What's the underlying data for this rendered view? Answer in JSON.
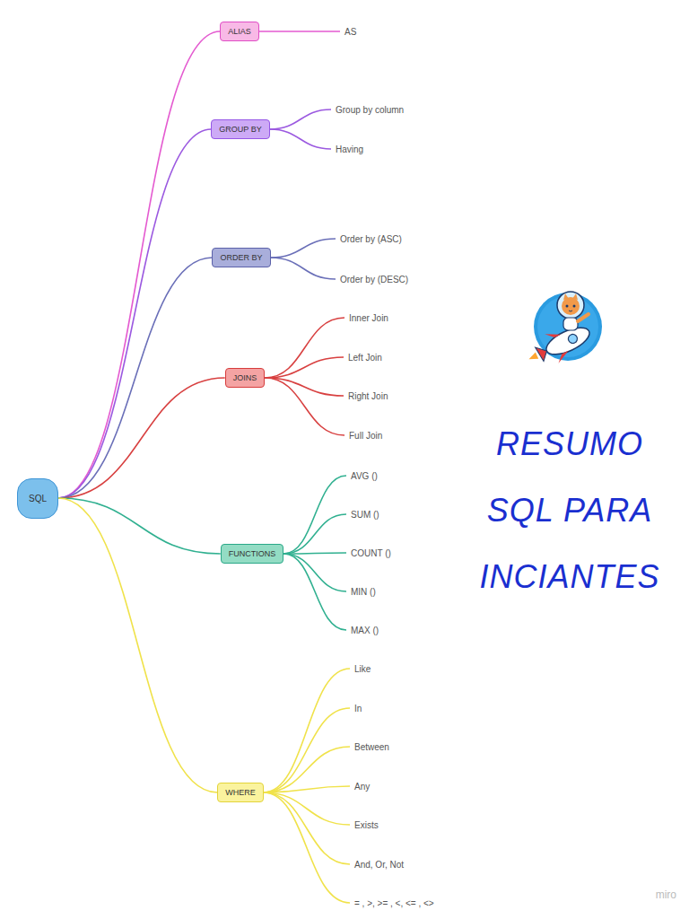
{
  "diagram": {
    "title": "RESUMO SQL PARA INCIANTES",
    "nodes": [
      {
        "text": [
          "SQL"
        ]
      },
      {
        "text": [
          "ALIAS"
        ]
      },
      {
        "text": [
          "AS"
        ]
      },
      {
        "text": [
          "GROUP BY"
        ]
      },
      {
        "text": [
          "Group by column"
        ]
      },
      {
        "text": [
          "Having"
        ]
      },
      {
        "text": [
          "ORDER BY"
        ]
      },
      {
        "text": [
          "Order by (ASC)"
        ]
      },
      {
        "text": [
          "Order by (DESC)"
        ]
      },
      {
        "text": [
          "JOINS"
        ]
      },
      {
        "text": [
          "Inner Join"
        ]
      },
      {
        "text": [
          "Left Join"
        ]
      },
      {
        "text": [
          "Right Join"
        ]
      },
      {
        "text": [
          "Full Join"
        ]
      },
      {
        "text": [
          "FUNCTIONS"
        ]
      },
      {
        "text": [
          "AVG ()"
        ]
      },
      {
        "text": [
          "SUM ()"
        ]
      },
      {
        "text": [
          "COUNT ()"
        ]
      },
      {
        "text": [
          "MIN ()"
        ]
      },
      {
        "text": [
          "MAX ()"
        ]
      },
      {
        "text": [
          "WHERE"
        ]
      },
      {
        "text": [
          "Like"
        ]
      },
      {
        "text": [
          "In"
        ]
      },
      {
        "text": [
          "Between"
        ]
      },
      {
        "text": [
          "Any"
        ]
      },
      {
        "text": [
          "Exists"
        ]
      },
      {
        "text": [
          "And, Or, Not"
        ]
      },
      {
        "text": [
          "= , >, >= , <, <= , <>"
        ]
      }
    ],
    "edges": [
      {
        "from": 0,
        "to": 1,
        "arrow": "none"
      },
      {
        "from": 0,
        "to": 3,
        "arrow": "none"
      },
      {
        "from": 0,
        "to": 6,
        "arrow": "none"
      },
      {
        "from": 0,
        "to": 9,
        "arrow": "none"
      },
      {
        "from": 0,
        "to": 14,
        "arrow": "none"
      },
      {
        "from": 0,
        "to": 20,
        "arrow": "none"
      },
      {
        "from": 1,
        "to": 2,
        "arrow": "none"
      },
      {
        "from": 3,
        "to": 4,
        "arrow": "none"
      },
      {
        "from": 3,
        "to": 5,
        "arrow": "none"
      },
      {
        "from": 6,
        "to": 7,
        "arrow": "none"
      },
      {
        "from": 6,
        "to": 8,
        "arrow": "none"
      },
      {
        "from": 9,
        "to": 10,
        "arrow": "none"
      },
      {
        "from": 9,
        "to": 11,
        "arrow": "none"
      },
      {
        "from": 9,
        "to": 12,
        "arrow": "none"
      },
      {
        "from": 9,
        "to": 13,
        "arrow": "none"
      },
      {
        "from": 14,
        "to": 15,
        "arrow": "none"
      },
      {
        "from": 14,
        "to": 16,
        "arrow": "none"
      },
      {
        "from": 14,
        "to": 17,
        "arrow": "none"
      },
      {
        "from": 14,
        "to": 18,
        "arrow": "none"
      },
      {
        "from": 14,
        "to": 19,
        "arrow": "none"
      },
      {
        "from": 20,
        "to": 21,
        "arrow": "none"
      },
      {
        "from": 20,
        "to": 22,
        "arrow": "none"
      },
      {
        "from": 20,
        "to": 23,
        "arrow": "none"
      },
      {
        "from": 20,
        "to": 24,
        "arrow": "none"
      },
      {
        "from": 20,
        "to": 25,
        "arrow": "none"
      },
      {
        "from": 20,
        "to": 26,
        "arrow": "none"
      },
      {
        "from": 20,
        "to": 27,
        "arrow": "none"
      }
    ],
    "labels": [
      "miro"
    ]
  }
}
